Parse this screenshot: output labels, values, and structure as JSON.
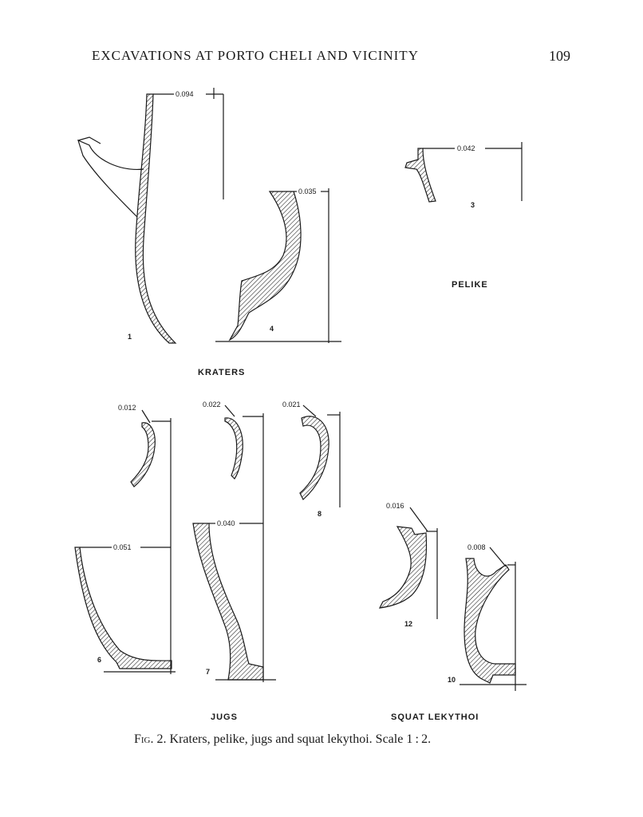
{
  "header": {
    "running_title": "EXCAVATIONS AT PORTO CHELI AND VICINITY",
    "page_number": "109"
  },
  "figure": {
    "groups": {
      "kraters": "KRATERS",
      "pelike": "PELIKE",
      "jugs": "JUGS",
      "squat_lekythoi": "SQUAT LEKYTHOI"
    },
    "items": [
      {
        "number": "1",
        "measure": "0.094"
      },
      {
        "number": "4",
        "measure": "0.035"
      },
      {
        "number": "3",
        "measure": "0.042"
      },
      {
        "number": "6",
        "measure": "0.051",
        "rim_measure": "0.012"
      },
      {
        "number": "7",
        "measure": "0.040",
        "rim_measure": "0.022"
      },
      {
        "number": "8",
        "measure": "0.021"
      },
      {
        "number": "12",
        "measure": "0.016"
      },
      {
        "number": "10",
        "measure": "0.008"
      }
    ]
  },
  "caption": {
    "label": "Fig. 2.",
    "text": "Kraters, pelike, jugs and squat lekythoi. Scale 1 : 2."
  }
}
